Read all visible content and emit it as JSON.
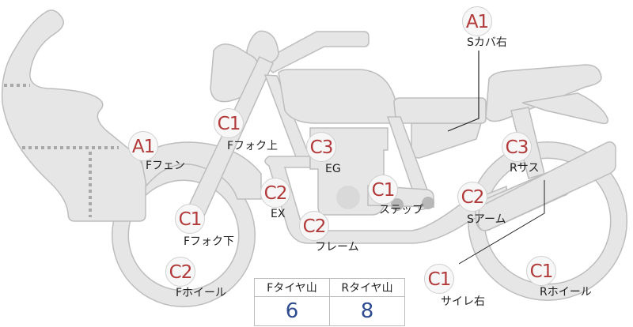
{
  "diagram": {
    "subject": "motorcycle-damage-map",
    "colors": {
      "part_fill": "#e6e6e6",
      "part_stroke": "#bdbdbd",
      "badge_text": "#b23a3a",
      "value_text": "#2f4b8f"
    },
    "markers": [
      {
        "id": "s-cover-right",
        "grade": "A1",
        "label": "Sカバ右"
      },
      {
        "id": "f-fork-upper",
        "grade": "C1",
        "label": "Fフォク上"
      },
      {
        "id": "f-fender",
        "grade": "A1",
        "label": "Fフェン"
      },
      {
        "id": "engine",
        "grade": "C3",
        "label": "EG"
      },
      {
        "id": "r-suspension",
        "grade": "C3",
        "label": "Rサス"
      },
      {
        "id": "exhaust",
        "grade": "C2",
        "label": "EX"
      },
      {
        "id": "step",
        "grade": "C1",
        "label": "ステップ"
      },
      {
        "id": "swing-arm",
        "grade": "C2",
        "label": "Sアーム"
      },
      {
        "id": "f-fork-lower",
        "grade": "C1",
        "label": "Fフォク下"
      },
      {
        "id": "frame",
        "grade": "C2",
        "label": "フレーム"
      },
      {
        "id": "f-wheel",
        "grade": "C2",
        "label": "Fホイール"
      },
      {
        "id": "muffler-right",
        "grade": "C1",
        "label": "サイレ右"
      },
      {
        "id": "r-wheel",
        "grade": "C1",
        "label": "Rホイール"
      }
    ]
  },
  "tire_tread": {
    "headers": [
      "Fタイヤ山",
      "Rタイヤ山"
    ],
    "values": [
      "6",
      "8"
    ]
  }
}
